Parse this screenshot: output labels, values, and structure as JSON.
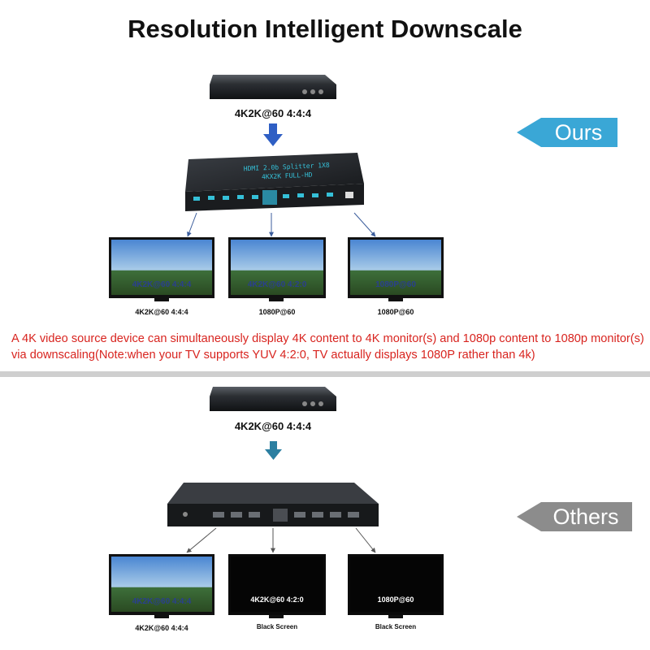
{
  "title": "Resolution Intelligent Downscale",
  "colors": {
    "ours_tag": "#3aa7d6",
    "others_tag": "#8c8c8c",
    "note_text": "#d8241f",
    "divider": "#cfcfcf",
    "splitter_led": "#35c0d8"
  },
  "ours": {
    "tag": "Ours",
    "source_label": "4K2K@60 4:4:4",
    "splitter": {
      "line1": "HDMI 2.0b Splitter 1X8",
      "line2": "4KX2K FULL-HD"
    },
    "tvs": [
      {
        "screen_label": "4K2K@60 4:4:4",
        "caption": "4K2K@60 4:4:4"
      },
      {
        "screen_label": "4K2K@60 4:2:0",
        "caption": "1080P@60"
      },
      {
        "screen_label": "1080P@60",
        "caption": "1080P@60"
      }
    ]
  },
  "note": "A 4K video source device can simultaneously display 4K content to 4K monitor(s) and 1080p content to 1080p monitor(s) via downscaling(Note:when your TV supports YUV 4:2:0,  TV actually displays 1080P rather than 4k)",
  "others": {
    "tag": "Others",
    "source_label": "4K2K@60 4:4:4",
    "tvs": [
      {
        "screen_label": "4K2K@60 4:4:4",
        "caption": "4K2K@60 4:4:4"
      },
      {
        "screen_label": "4K2K@60 4:2:0",
        "caption": "Black Screen"
      },
      {
        "screen_label": "1080P@60",
        "caption": "Black Screen"
      }
    ]
  }
}
